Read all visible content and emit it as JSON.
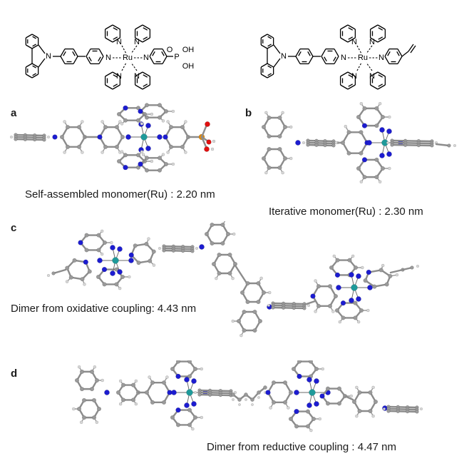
{
  "structures": {
    "left": {
      "atoms": {
        "n_carbazole": "N",
        "n_central": "N",
        "n_top": "N",
        "n_bottom": "N",
        "metal": "Ru",
        "n_right_central": "N",
        "n_right_top": "N",
        "n_right_bottom": "N",
        "phos_o": "O",
        "phos_p": "P",
        "oh1": "OH",
        "oh2": "OH"
      }
    },
    "right": {
      "atoms": {
        "n_carbazole": "N",
        "n_central": "N",
        "n_top": "N",
        "n_bottom": "N",
        "metal": "Ru",
        "n_right_central": "N",
        "n_right_top": "N",
        "n_right_bottom": "N"
      }
    }
  },
  "panels": [
    {
      "letter": "a",
      "caption": "Self-assembled monomer(Ru) : 2.20 nm"
    },
    {
      "letter": "b",
      "caption": "Iterative monomer(Ru) : 2.30 nm"
    },
    {
      "letter": "c",
      "caption": "Dimer from oxidative coupling: 4.43 nm"
    },
    {
      "letter": "d",
      "caption": "Dimer from reductive coupling : 4.47 nm"
    }
  ],
  "colors": {
    "carbon": "#9a9a9a",
    "hydrogen": "#d8d8d8",
    "nitrogen": "#1c1cd0",
    "ruthenium": "#1e9a9a",
    "phosphorus": "#e08a10",
    "oxygen": "#e01010"
  }
}
